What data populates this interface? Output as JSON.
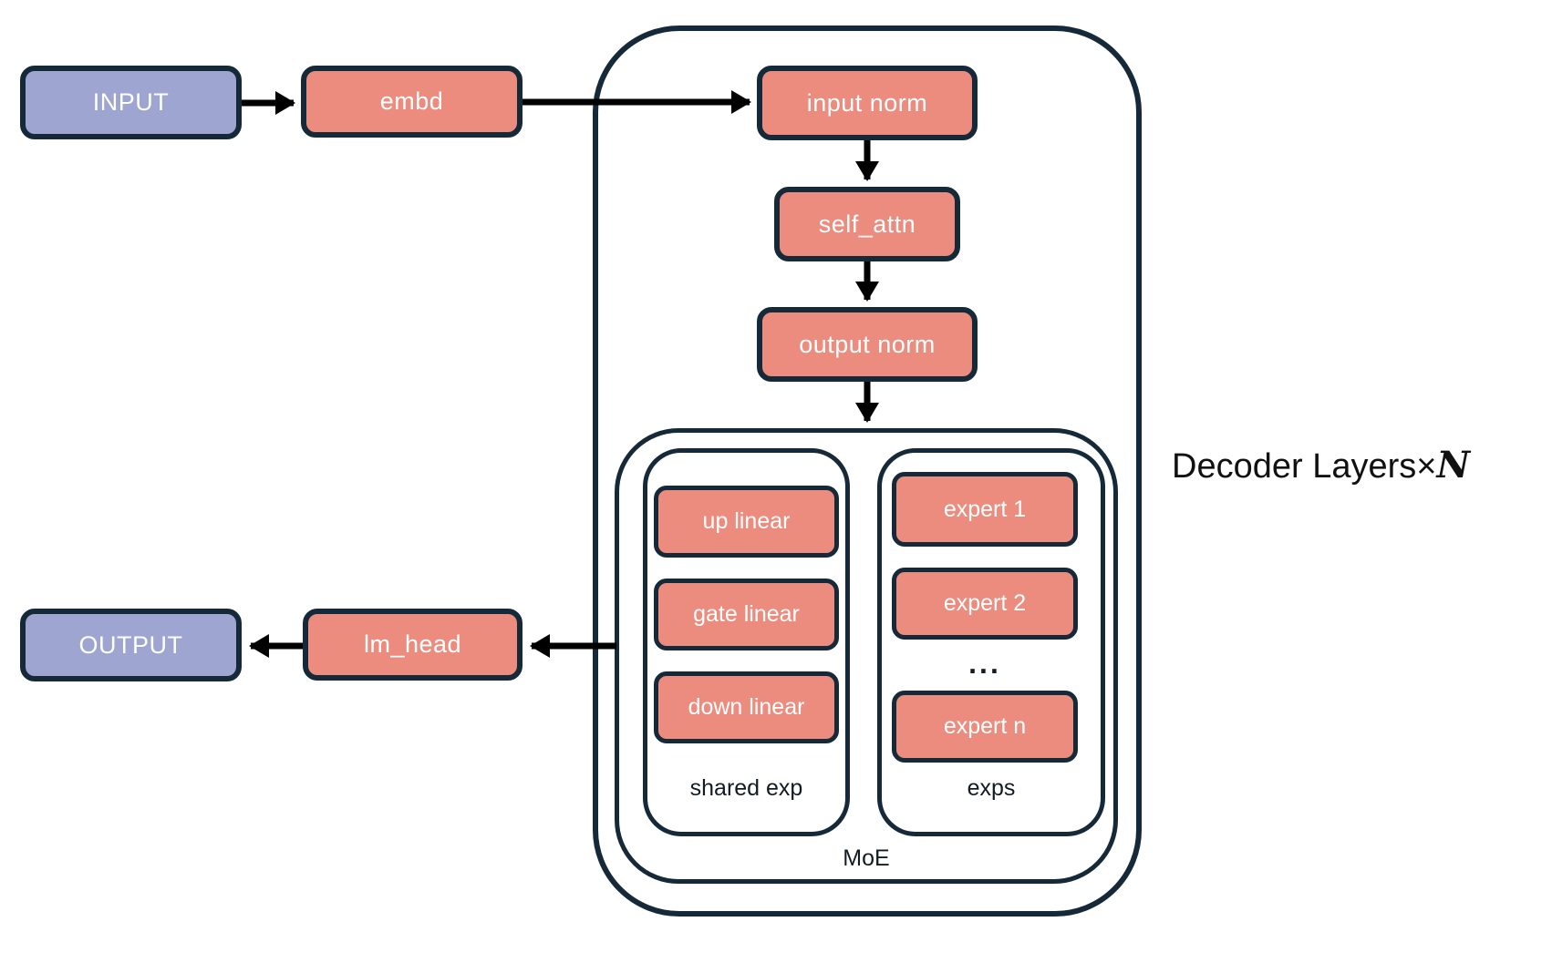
{
  "diagram": {
    "colors": {
      "node_fill_salmon": "#ec8c7e",
      "node_fill_purple": "#9da5d0",
      "outline_navy": "#152938",
      "arrow_black": "#000000",
      "box_text_white": "#ffffff",
      "dark_text": "#121b24"
    },
    "io": {
      "input_label": "INPUT",
      "output_label": "OUTPUT"
    },
    "pipeline": {
      "embd_label": "embd",
      "lm_head_label": "lm_head"
    },
    "decoder": {
      "layers_label_prefix": "Decoder Layers×",
      "layers_label_n": "N",
      "input_norm_label": "input norm",
      "self_attn_label": "self_attn",
      "output_norm_label": "output norm",
      "moe": {
        "label": "MoE",
        "shared_exp": {
          "label": "shared exp",
          "boxes": [
            "up linear",
            "gate linear",
            "down linear"
          ]
        },
        "exps": {
          "label": "exps",
          "expert_1": "expert 1",
          "expert_2": "expert 2",
          "ellipsis": "...",
          "expert_n": "expert n"
        }
      }
    }
  }
}
